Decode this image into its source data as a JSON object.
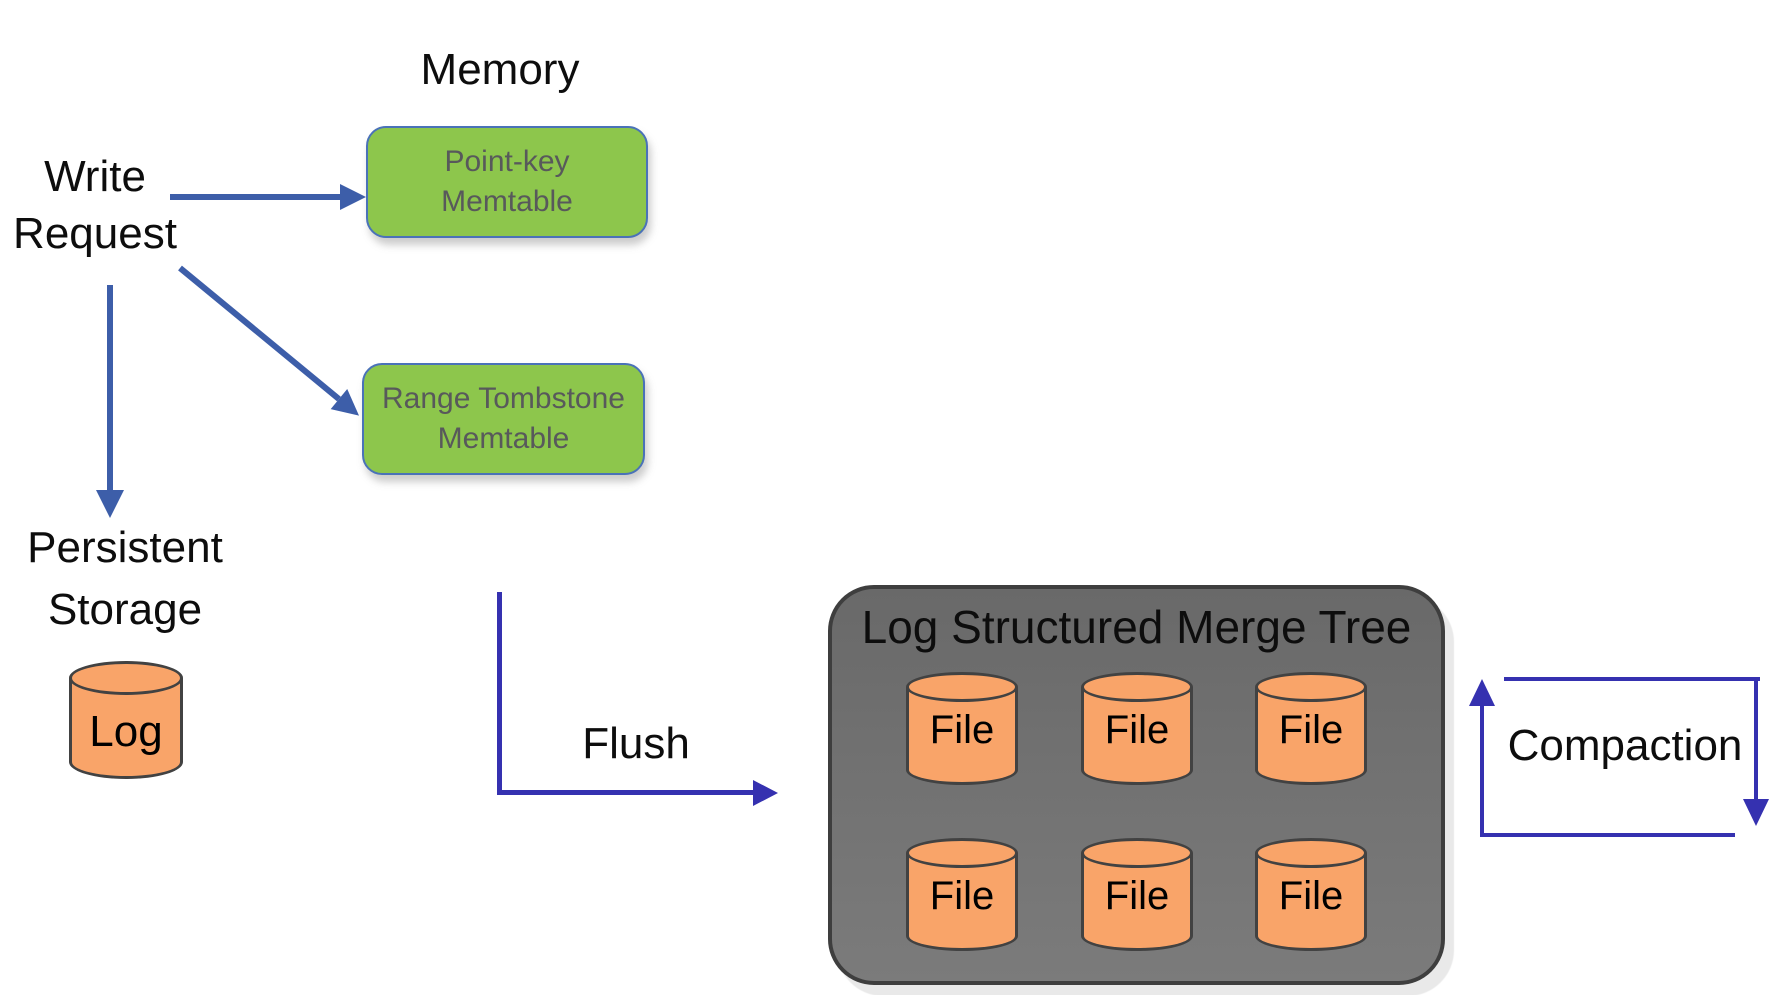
{
  "diagram": {
    "memory_label": "Memory",
    "write_request": {
      "line1": "Write",
      "line2": "Request"
    },
    "point_key_memtable": {
      "line1": "Point-key",
      "line2": "Memtable"
    },
    "range_tombstone_memtable": {
      "line1": "Range Tombstone",
      "line2": "Memtable"
    },
    "persistent_storage": {
      "line1": "Persistent",
      "line2": "Storage"
    },
    "log_label": "Log",
    "flush_label": "Flush",
    "lsm_tree": {
      "title": "Log Structured Merge Tree",
      "files": [
        "File",
        "File",
        "File",
        "File",
        "File",
        "File"
      ]
    },
    "compaction_label": "Compaction",
    "colors": {
      "write_arrow_blue": "#3d5ea9",
      "flow_arrow_indigo": "#3531b0",
      "memtable_green": "#8dc64c",
      "memtable_border_blue": "#4a72b8",
      "memtable_text_gray": "#58595b",
      "cylinder_orange": "#f9a469",
      "cylinder_outline": "#424242",
      "lsm_box_gray": "#6f6f6f",
      "lsm_box_border": "#3e3e3e"
    }
  }
}
